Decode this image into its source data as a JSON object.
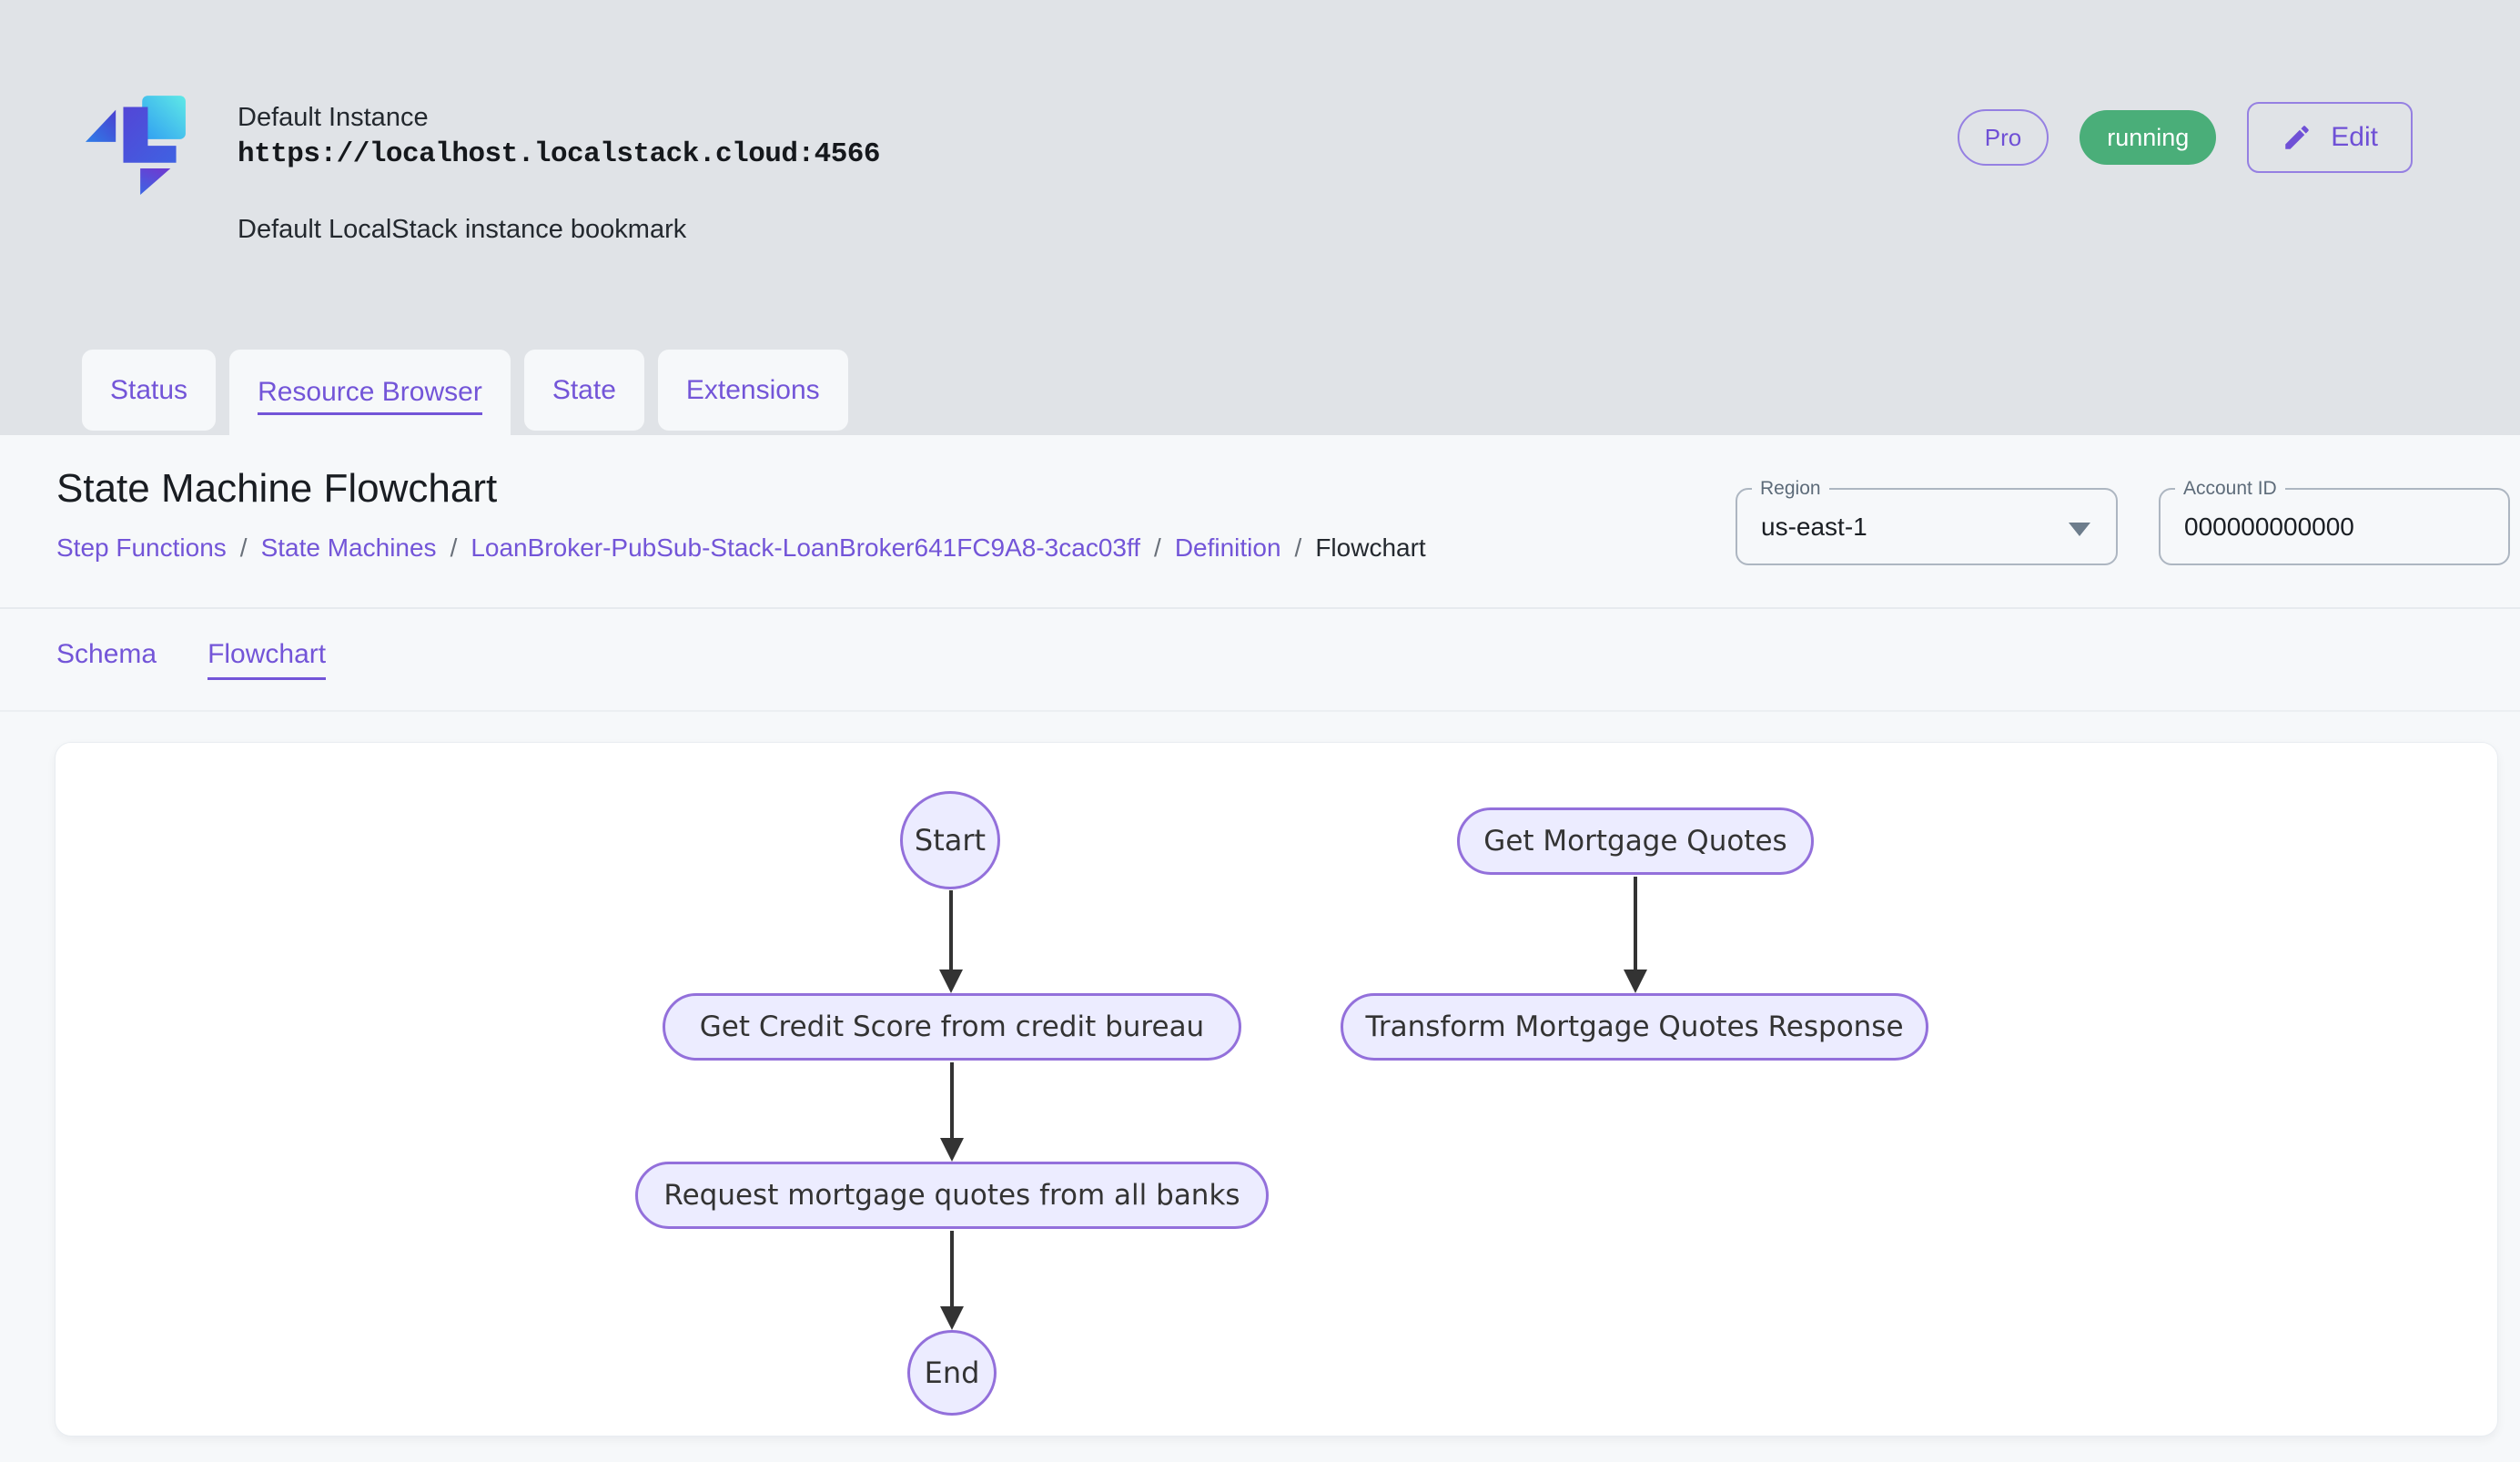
{
  "header": {
    "instance_name": "Default Instance",
    "instance_url": "https://localhost.localstack.cloud:4566",
    "instance_description": "Default LocalStack instance bookmark",
    "pro_badge": "Pro",
    "status_badge": "running",
    "edit_button": "Edit"
  },
  "tabs": [
    {
      "label": "Status",
      "active": false
    },
    {
      "label": "Resource Browser",
      "active": true
    },
    {
      "label": "State",
      "active": false
    },
    {
      "label": "Extensions",
      "active": false
    }
  ],
  "page": {
    "title": "State Machine Flowchart",
    "separator": "/",
    "breadcrumb": [
      {
        "label": "Step Functions",
        "current": false
      },
      {
        "label": "State Machines",
        "current": false
      },
      {
        "label": "LoanBroker-PubSub-Stack-LoanBroker641FC9A8-3cac03ff",
        "current": false
      },
      {
        "label": "Definition",
        "current": false
      },
      {
        "label": "Flowchart",
        "current": true
      }
    ]
  },
  "filters": {
    "region": {
      "label": "Region",
      "value": "us-east-1"
    },
    "account": {
      "label": "Account ID",
      "value": "000000000000"
    }
  },
  "subtabs": [
    {
      "label": "Schema",
      "active": false
    },
    {
      "label": "Flowchart",
      "active": true
    }
  ],
  "flowchart": {
    "nodes": {
      "start": {
        "label": "Start",
        "shape": "ellipse"
      },
      "credit": {
        "label": "Get Credit Score from credit bureau",
        "shape": "stadium"
      },
      "request": {
        "label": "Request mortgage quotes from all banks",
        "shape": "stadium"
      },
      "end": {
        "label": "End",
        "shape": "ellipse"
      },
      "quotes": {
        "label": "Get Mortgage Quotes",
        "shape": "stadium"
      },
      "transform": {
        "label": "Transform Mortgage Quotes Response",
        "shape": "stadium"
      }
    },
    "edges": [
      {
        "from": "start",
        "to": "credit"
      },
      {
        "from": "credit",
        "to": "request"
      },
      {
        "from": "request",
        "to": "end"
      },
      {
        "from": "quotes",
        "to": "transform"
      }
    ]
  },
  "colors": {
    "accent_purple": "#7355d8",
    "badge_green": "#4aae79",
    "node_fill": "#ececff",
    "node_border": "#9370db",
    "arrow": "#333333"
  }
}
